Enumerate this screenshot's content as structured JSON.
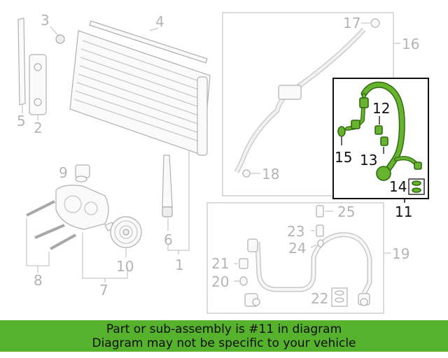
{
  "callouts": {
    "c1": "1",
    "c2": "2",
    "c3": "3",
    "c4": "4",
    "c5": "5",
    "c6": "6",
    "c7": "7",
    "c8": "8",
    "c9": "9",
    "c10": "10",
    "c11": "11",
    "c12": "12",
    "c13": "13",
    "c14": "14",
    "c15": "15",
    "c16": "16",
    "c17": "17",
    "c18": "18",
    "c19": "19",
    "c20": "20",
    "c21": "21",
    "c22": "22",
    "c23": "23",
    "c24": "24",
    "c25": "25"
  },
  "highlight_color": "#66b32e",
  "banner": {
    "line1": "Part or sub-assembly is #11 in diagram",
    "line2": "Diagram may not be specific to your vehicle",
    "color": "#56b22d"
  }
}
